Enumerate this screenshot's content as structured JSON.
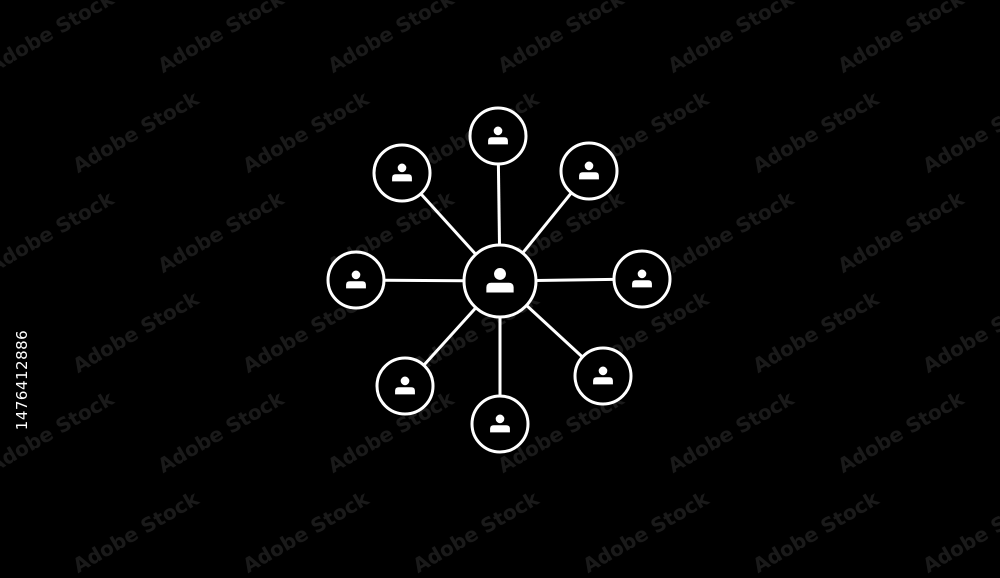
{
  "background_color": "#000000",
  "foreground_color": "#ffffff",
  "stock_id": "1476412886",
  "watermark_text": "Adobe Stock",
  "hub": {
    "icon": "person-icon"
  },
  "nodes": [
    {
      "name": "top",
      "icon": "person-icon"
    },
    {
      "name": "top-right",
      "icon": "person-icon"
    },
    {
      "name": "right",
      "icon": "person-icon"
    },
    {
      "name": "bottom-right",
      "icon": "person-icon"
    },
    {
      "name": "bottom",
      "icon": "person-icon"
    },
    {
      "name": "bottom-left",
      "icon": "person-icon"
    },
    {
      "name": "left",
      "icon": "person-icon"
    },
    {
      "name": "top-left",
      "icon": "person-icon"
    }
  ]
}
